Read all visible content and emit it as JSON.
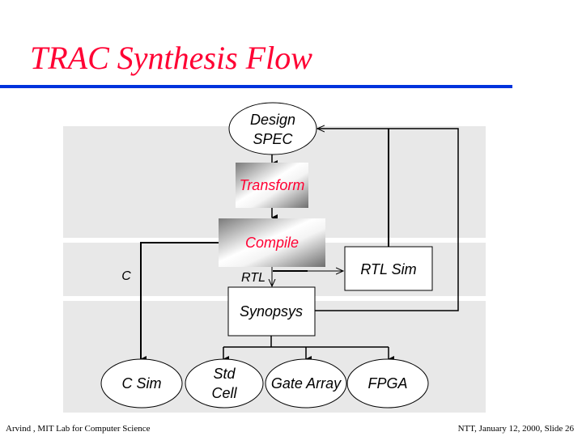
{
  "slide": {
    "title": "TRAC Synthesis Flow",
    "footer_left": "Arvind , MIT Lab for Computer Science",
    "footer_right": "NTT, January 12, 2000, Slide 26"
  },
  "colors": {
    "title": "#ff0033",
    "rule": "#0033dd",
    "band": "#e8e8e8",
    "node_red_text": "#ff0033"
  },
  "diagram": {
    "nodes": {
      "design_spec": {
        "line1": "Design",
        "line2": "SPEC",
        "shape": "ellipse"
      },
      "transform": {
        "label": "Transform",
        "shape": "gradient-box"
      },
      "compile": {
        "label": "Compile",
        "shape": "gradient-box"
      },
      "rtl_sim": {
        "label": "RTL Sim",
        "shape": "box"
      },
      "synopsys": {
        "label": "Synopsys",
        "shape": "box"
      },
      "c_sim": {
        "label": "C Sim",
        "shape": "ellipse"
      },
      "std_cell": {
        "line1": "Std",
        "line2": "Cell",
        "shape": "ellipse"
      },
      "gate_array": {
        "label": "Gate Array",
        "shape": "ellipse"
      },
      "fpga": {
        "label": "FPGA",
        "shape": "ellipse"
      }
    },
    "edge_labels": {
      "c": "C",
      "rtl": "RTL"
    },
    "edges": [
      {
        "from": "design_spec",
        "to": "transform"
      },
      {
        "from": "transform",
        "to": "compile"
      },
      {
        "from": "compile",
        "to": "c_sim",
        "label": "C"
      },
      {
        "from": "compile",
        "to": "synopsys",
        "label": "RTL"
      },
      {
        "from": "compile",
        "to": "rtl_sim"
      },
      {
        "from": "rtl_sim",
        "to": "design_spec"
      },
      {
        "from": "synopsys",
        "to": "design_spec"
      },
      {
        "from": "synopsys",
        "to": "std_cell"
      },
      {
        "from": "synopsys",
        "to": "gate_array"
      },
      {
        "from": "synopsys",
        "to": "fpga"
      }
    ]
  }
}
